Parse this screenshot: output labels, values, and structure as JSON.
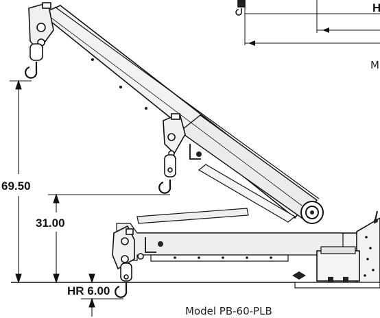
{
  "caption": "Model PB-60-PLB",
  "dimensions": {
    "upper_height": "69.50",
    "lower_height": "31.00",
    "hook_reach": "HR 6.00"
  },
  "partial_labels": {
    "top_right_H": "H",
    "right_M": "M"
  },
  "colors": {
    "line": "#111111",
    "boom_fill": "#f2f2f2",
    "boom_fill_alt": "#e9e9e9",
    "pulley": "#222222"
  }
}
